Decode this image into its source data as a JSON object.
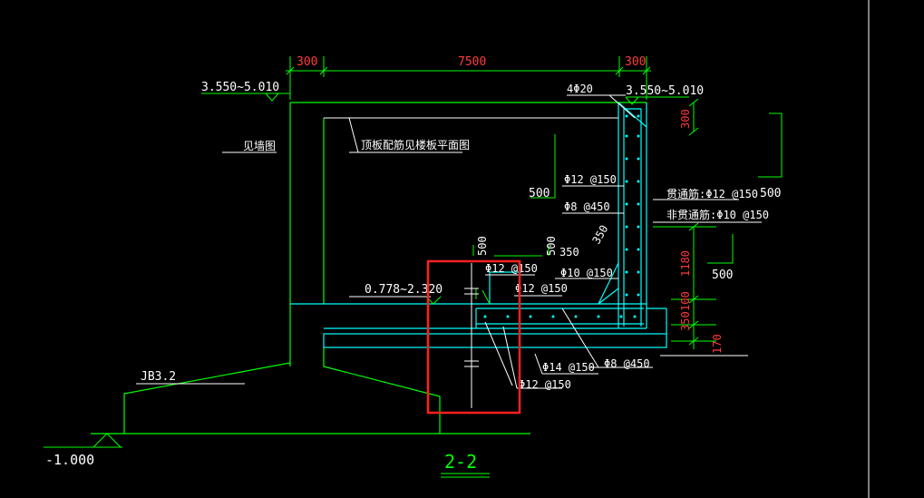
{
  "drawing": {
    "section_label": "2-2",
    "dims": {
      "left_wall": "300",
      "span": "7500",
      "right_wall": "300",
      "top_right_v": "300",
      "mid_right_v": "1180",
      "low_right_v1": "100",
      "low_right_v2": "350",
      "low_right_v3": "170",
      "haunch_a": "500",
      "haunch_b": "500",
      "haunch_c": "350",
      "haunch_d": "350",
      "left_500": "500",
      "right_500_top": "500",
      "right_500_mid": "500"
    },
    "elevations": {
      "top_left": "3.550~5.010",
      "top_right": "3.550~5.010",
      "middle": "0.778~2.320",
      "bottom": "-1.000"
    },
    "rebar": {
      "top_corner": "4Φ20",
      "r1": "Φ12 @150",
      "r2": "Φ8 @450",
      "r3": "Φ12 @150",
      "r4": "Φ10 @150",
      "r5": "Φ12 @150",
      "r6": "Φ14 @150",
      "r7": "Φ8 @450",
      "r8": "Φ12 @150",
      "through_rebar": "贯通筋:Φ12 @150",
      "non_through_rebar": "非贯通筋:Φ10 @150"
    },
    "notes": {
      "see_wall": "见墙图",
      "slab_note": "顶板配筋见楼板平面图",
      "jb": "JB3.2"
    },
    "colors": {
      "background": "#000000",
      "outline_cyan": "#00ffff",
      "green": "#00ff00",
      "white": "#ffffff",
      "red_dim": "#ff3b3b",
      "highlight_red": "#ff2020"
    }
  }
}
